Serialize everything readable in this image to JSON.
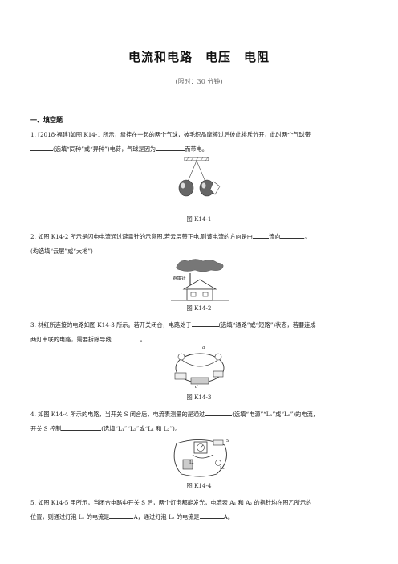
{
  "header": {
    "title": "电流和电路　电压　电阻",
    "subtitle": "(限时：30 分钟)"
  },
  "section": {
    "label": "一、填空题"
  },
  "q1": {
    "line1": "1. [2018·福建]如图 K14-1 所示，悬挂在一起的两个气球，被毛织品摩擦过后彼此排斥分开，此时两个气球带",
    "line2a": "(选填“同种”或“异种”)电荷，气球是因为",
    "line2b": "而带电。",
    "caption": "图 K14-1"
  },
  "q2": {
    "line1a": "2. 如图 K14-2 所示是闪电电流通过避雷针的示意图,若云层带正电,则该电流的方向是由",
    "line1b": "流向",
    "line1c": "。",
    "line2": "(均选填“云层”或“大地”)",
    "rod_label": "避雷针",
    "caption": "图 K14-2"
  },
  "q3": {
    "line1a": "3. 林红所连接的电路如图 K14-3 所示。若开关闭合，电路处于",
    "line1b": "(选填“通路”或“短路”)状态，若要连成",
    "line2a": "两灯串联的电路，需要拆除导线",
    "line2b": "。",
    "label_a": "a",
    "label_d": "d",
    "caption": "图 K14-3"
  },
  "q4": {
    "line1a": "4. 如图 K14-4 所示的电路，当开关 S 闭合后，电流表测量的是通过",
    "line1b": "(选填“电源”“L₁”或“L₂”)的电流，",
    "line2a": "开关 S 控制",
    "line2b": "(选填“L₁”“L₂”或“L₁ 和 L₂”)。",
    "label_l1": "L₁",
    "label_l2": "L₂",
    "label_s": "S",
    "caption": "图 K14-4"
  },
  "q5": {
    "line1": "5. 如图 K14-5 甲所示，当闭合电路中开关 S 后，两个灯泡都能发光，电流表 A₁ 和 A₂ 的指针均在图乙所示的",
    "line2a": "位置，则通过灯泡 L₁ 的电流是",
    "line2b": "A，通过灯泡 L₂ 的电流是",
    "line2c": "A。"
  }
}
